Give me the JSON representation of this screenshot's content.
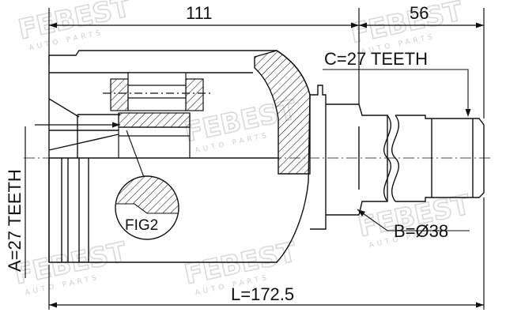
{
  "dimensions": {
    "length_111": "111",
    "length_56": "56",
    "total_length": "L=172.5",
    "teeth_outer_c": "C=27 TEETH",
    "teeth_inner_a": "A=27 TEETH",
    "diameter_b": "B=Ø38"
  },
  "figure_label": "FIG2",
  "watermark": {
    "brand": "FEBEST",
    "tagline": "AUTO PARTS"
  },
  "colors": {
    "line": "#111111",
    "watermark": "#d9d9d9"
  }
}
